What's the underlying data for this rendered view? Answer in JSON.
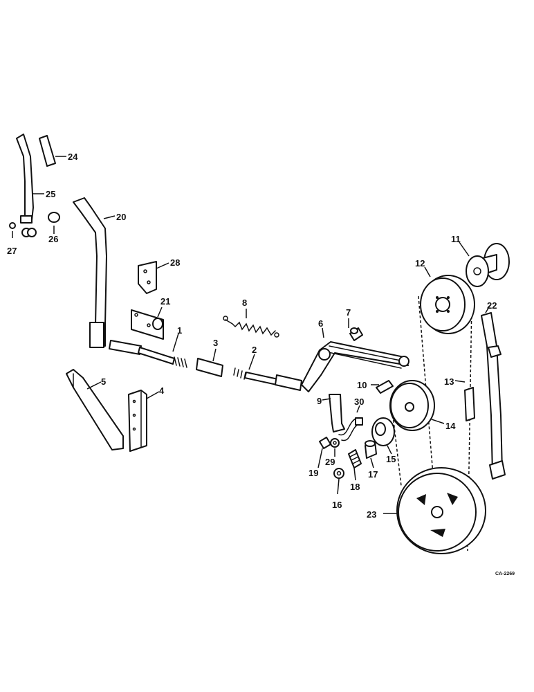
{
  "callouts": {
    "c1": "1",
    "c2": "2",
    "c3": "3",
    "c4": "4",
    "c5": "5",
    "c6": "6",
    "c7": "7",
    "c8": "8",
    "c9": "9",
    "c10": "10",
    "c11": "11",
    "c12": "12",
    "c13": "13",
    "c14": "14",
    "c15": "15",
    "c16": "16",
    "c17": "17",
    "c18": "18",
    "c19": "19",
    "c20": "20",
    "c21": "21",
    "c22": "22",
    "c23": "23",
    "c24": "24",
    "c25": "25",
    "c26": "26",
    "c27": "27",
    "c28": "28",
    "c29": "29",
    "c30": "30"
  },
  "drawing_code": "CA-2269"
}
